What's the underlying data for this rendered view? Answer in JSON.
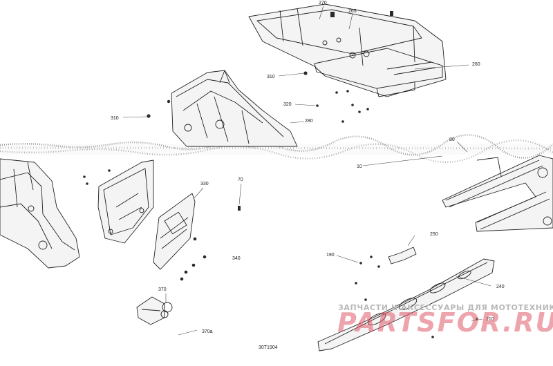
{
  "diagram": {
    "callouts": {
      "c270": "270",
      "c265": "265",
      "c260": "260",
      "c310a": "310",
      "c310b": "310",
      "c320": "320",
      "c280": "280",
      "c80": "80",
      "c10": "10",
      "c330": "330",
      "c70": "70",
      "c340": "340",
      "c250": "250",
      "c190": "190",
      "c240": "240",
      "c210": "210",
      "c370": "370",
      "c370a": "370a"
    },
    "drawing_code": "30T1904"
  },
  "watermark": {
    "caption": "ЗАПЧАСТИ И АКСЕССУАРЫ ДЛЯ МОТОТЕХНИКИ",
    "brand": "PARTSFOR.RU"
  }
}
